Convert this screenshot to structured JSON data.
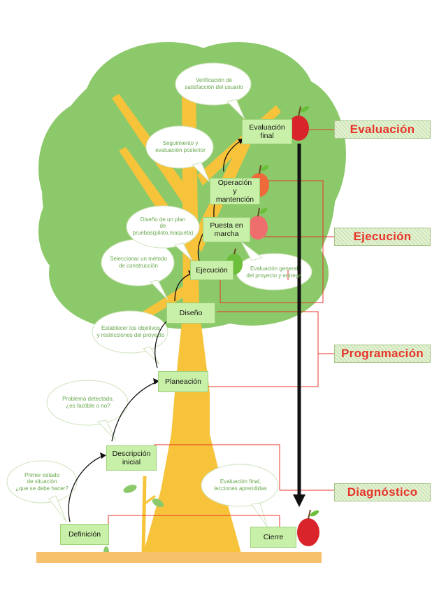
{
  "stages": {
    "definicion": "Definición",
    "descripcion": "Descripción\ninicial",
    "planeacion": "Planeación",
    "diseno": "Diseño",
    "ejecucion": "Ejecución",
    "puesta": "Puesta en\nmarcha",
    "operacion": "Operación\ny\nmantención",
    "evaluacion_final": "Evaluación\nfinal",
    "cierre": "Cierre"
  },
  "notes": {
    "primer_estado": "Primer estado\nde situación\n¿que se debe hacer?",
    "problema": "Problema detectado,\n¿es factible o no?",
    "establecer": "Establecer los objetivos\ny restricciones del proyecto",
    "seleccionar": "Seleccionar un método\nde construcción",
    "diseno_plan": "Diseño de un plan\nde pruebas(piloto,maqueta)",
    "seguimiento": "Seguimiento y\nevaluación posterior",
    "verificacion": "Verificación de\nsatisfacción del usuario",
    "evaluacion_general": "Evaluación general\ndel proyecto y entrega",
    "evaluacion_lecciones": "Evaluación final,\nlecciones aprendidas"
  },
  "phases": {
    "evaluacion": "Evaluación",
    "ejecucion": "Ejecución",
    "programacion": "Programación",
    "diagnostico": "Diagnóstico"
  },
  "colors": {
    "foliage": "#8cc96a",
    "trunk": "#f7c33a",
    "ground": "#f7c06a",
    "stage_box": "#c9f0a8",
    "connector_red": "#e8342a",
    "note_text": "#6aa84f",
    "phase_text": "#e8342a"
  }
}
